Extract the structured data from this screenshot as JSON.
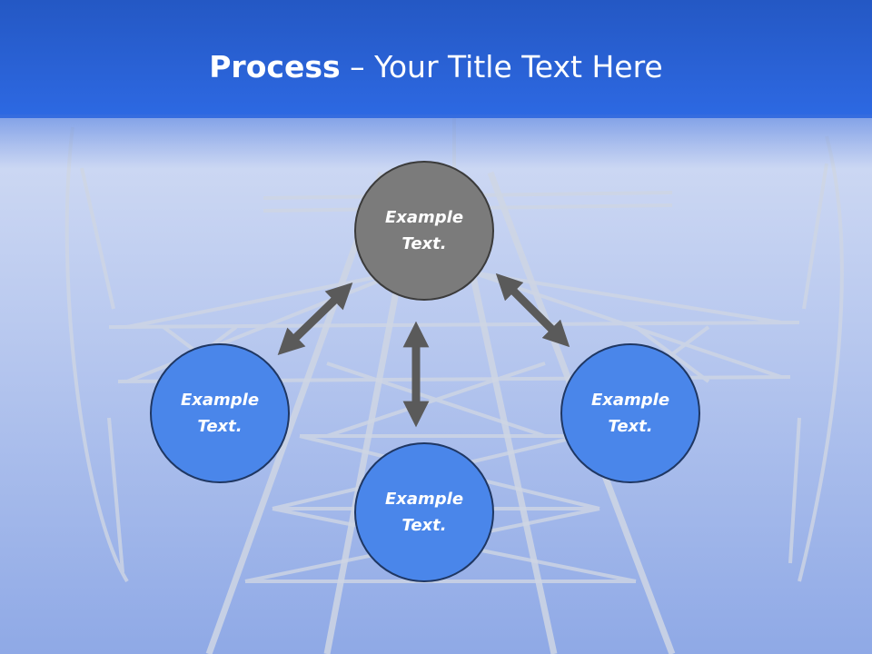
{
  "header": {
    "title_bold": "Process",
    "title_rest": " – Your Title Text Here"
  },
  "diagram": {
    "nodes": [
      {
        "id": "top",
        "label": "Example Text.",
        "color": "#7b7b7b"
      },
      {
        "id": "left",
        "label": "Example Text.",
        "color": "#4a86ea"
      },
      {
        "id": "bottom",
        "label": "Example Text.",
        "color": "#4a86ea"
      },
      {
        "id": "right",
        "label": "Example Text.",
        "color": "#4a86ea"
      }
    ],
    "connectors": [
      {
        "from": "top",
        "to": "left",
        "style": "double-arrow"
      },
      {
        "from": "top",
        "to": "bottom",
        "style": "double-arrow"
      },
      {
        "from": "top",
        "to": "right",
        "style": "double-arrow"
      }
    ],
    "colors": {
      "header": "#2a62d6",
      "arrow": "#5a5a5a",
      "node_border": "#1f3763"
    }
  },
  "background": {
    "subject": "transmission-tower"
  }
}
